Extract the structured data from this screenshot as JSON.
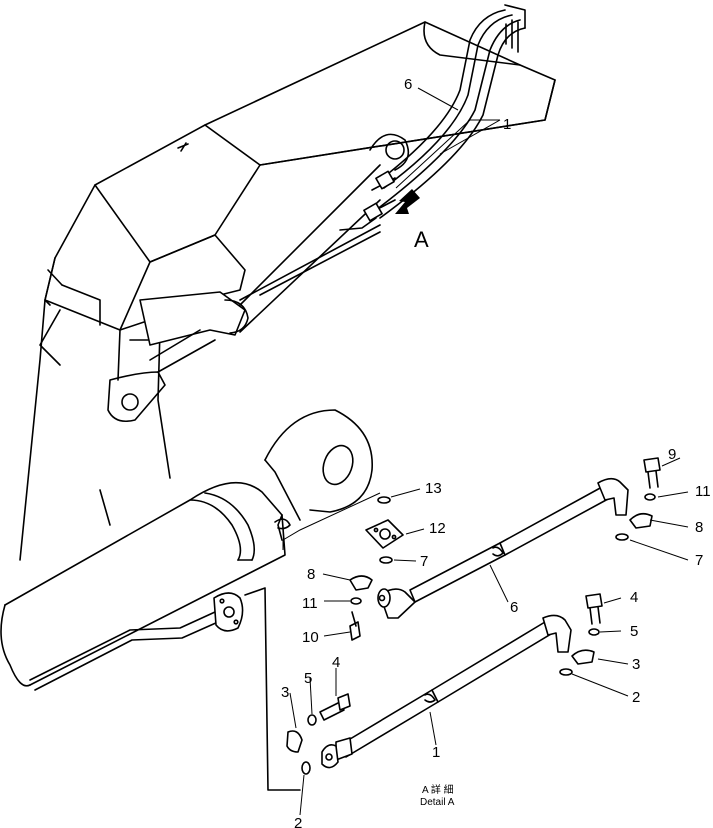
{
  "view_marker": "A",
  "detail_caption_jp": "A 詳 細",
  "detail_caption_en": "Detail A",
  "callouts": {
    "c1_top": "1",
    "c6_top": "6",
    "c9": "9",
    "c11_right": "11",
    "c8_right": "8",
    "c7_right": "7",
    "c13": "13",
    "c12": "12",
    "c7_mid": "7",
    "c8_left": "8",
    "c11_left": "11",
    "c10": "10",
    "c6_mid": "6",
    "c4_right": "4",
    "c5_right": "5",
    "c3_right": "3",
    "c2_right": "2",
    "c5_left": "5",
    "c4_left": "4",
    "c3_left": "3",
    "c1_bottom": "1",
    "c2_bottom": "2"
  }
}
